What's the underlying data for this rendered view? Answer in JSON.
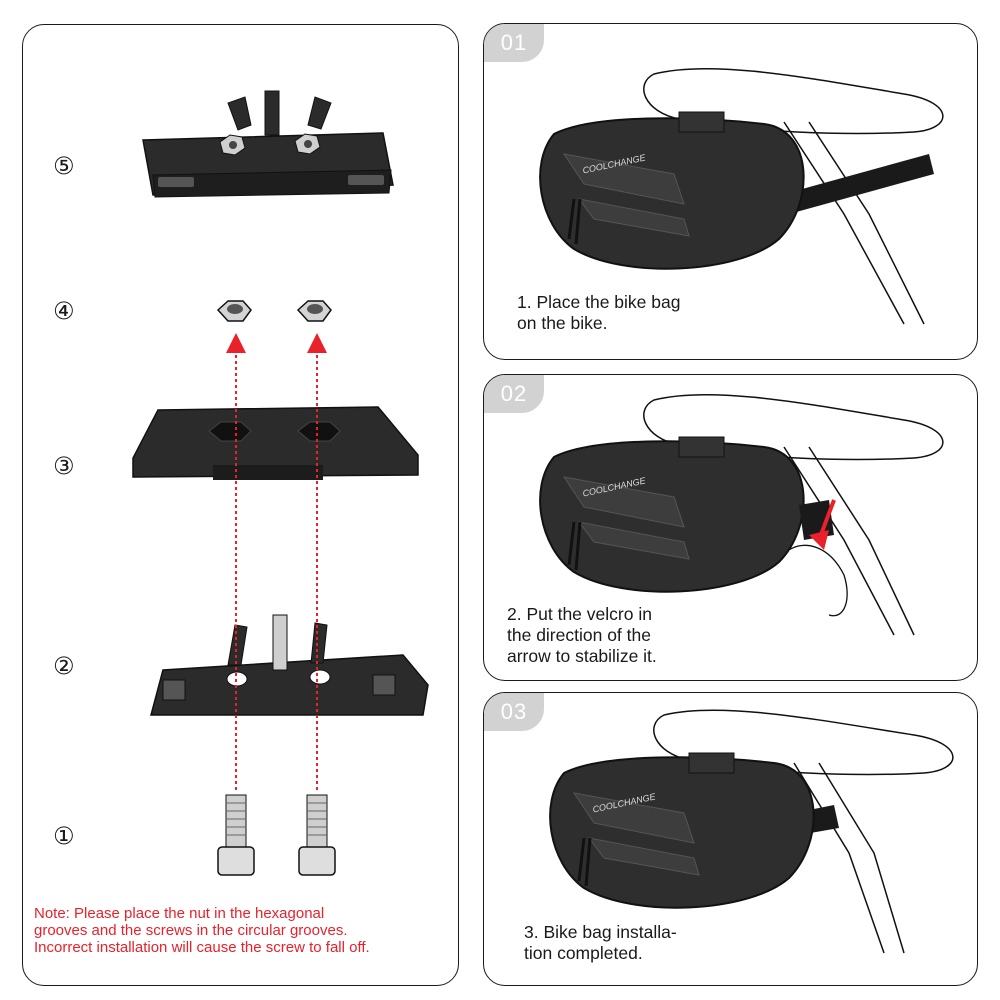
{
  "left_panel": {
    "step_numbers": [
      "⑤",
      "④",
      "③",
      "②",
      "①"
    ],
    "note": "Note: Please place the nut in the hexagonal\ngrooves and the screws in the circular grooves.\nIncorrect installation will cause the screw to fall off."
  },
  "steps": [
    {
      "badge": "01",
      "text": "1. Place the bike bag\non the bike."
    },
    {
      "badge": "02",
      "text": "2. Put the velcro in\nthe direction of the\narrow to stabilize it."
    },
    {
      "badge": "03",
      "text": "3. Bike bag installa-\ntion completed."
    }
  ],
  "brand": "COOLCHANGE",
  "colors": {
    "accent_red": "#e8212b",
    "badge_gray": "#d2d2d2",
    "part_dark": "#2b2b2b"
  }
}
